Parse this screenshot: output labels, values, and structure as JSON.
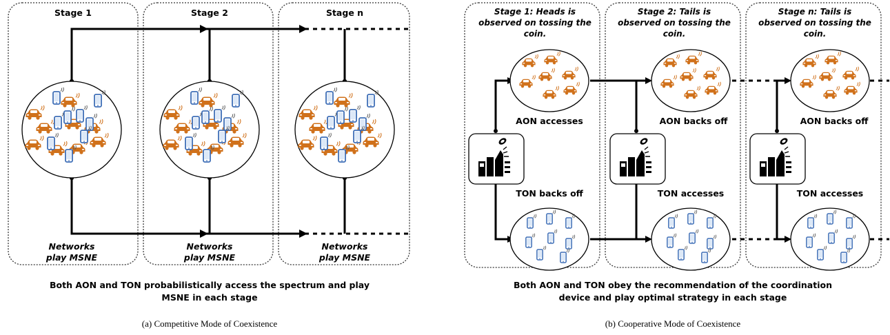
{
  "panel_a": {
    "stages": [
      "Stage 1",
      "Stage 2",
      "Stage n"
    ],
    "networks_line1": "Networks",
    "networks_line2": "play MSNE",
    "summary_line1": "Both AON and TON probabilistically access the spectrum and play",
    "summary_line2": "MSNE in each stage",
    "caption": "(a) Competitive Mode of Coexistence"
  },
  "panel_b": {
    "stage_titles": [
      [
        "Stage 1: Heads is",
        "observed on tossing the",
        "coin."
      ],
      [
        "Stage 2: Tails is",
        "observed on tossing the",
        "coin."
      ],
      [
        "Stage n: Tails is",
        "observed on tossing the",
        "coin."
      ]
    ],
    "aon_labels": [
      "AON accesses",
      "AON backs off",
      "AON backs off"
    ],
    "ton_labels": [
      "TON backs off",
      "TON accesses",
      "TON accesses"
    ],
    "summary_line1": "Both AON and TON obey the recommendation of the coordination",
    "summary_line2": "device and play optimal strategy in each stage",
    "caption": "(b) Cooperative Mode of Coexistence"
  },
  "colors": {
    "car": "#d0711b",
    "phone": "#3f6fb7",
    "line": "#000000",
    "box_border": "#333333"
  },
  "icons": {
    "car": "car-icon",
    "phone": "phone-icon",
    "coordination_device": "coordination-device-icon"
  }
}
